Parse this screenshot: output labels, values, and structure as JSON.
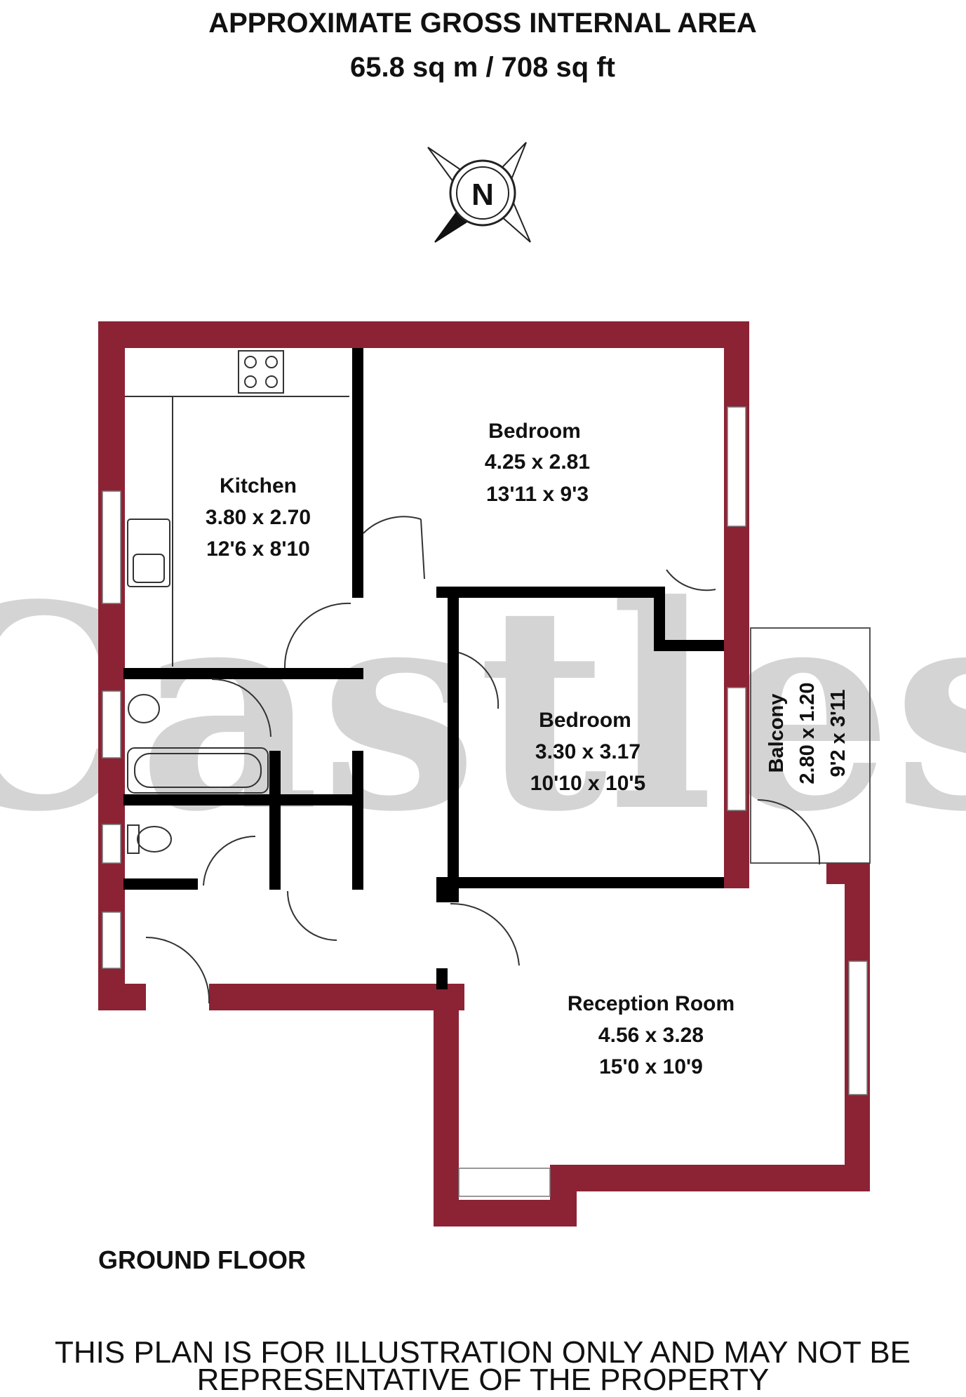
{
  "header": {
    "title": "APPROXIMATE GROSS INTERNAL AREA",
    "area": "65.8 sq m / 708 sq ft"
  },
  "compass": {
    "label": "N"
  },
  "watermark": {
    "text": "Castles"
  },
  "rooms": {
    "kitchen": {
      "name": "Kitchen",
      "metric": "3.80 x 2.70",
      "imperial": "12'6 x 8'10"
    },
    "bedroom1": {
      "name": "Bedroom",
      "metric": "4.25 x 2.81",
      "imperial": "13'11 x 9'3"
    },
    "bedroom2": {
      "name": "Bedroom",
      "metric": "3.30 x 3.17",
      "imperial": "10'10 x 10'5"
    },
    "balcony": {
      "name": "Balcony",
      "metric": "2.80 x 1.20",
      "imperial": "9'2 x 3'11"
    },
    "reception": {
      "name": "Reception Room",
      "metric": "4.56 x 3.28",
      "imperial": "15'0 x 10'9"
    }
  },
  "floor_label": "GROUND FLOOR",
  "disclaimer": {
    "line1": "THIS PLAN IS FOR ILLUSTRATION ONLY AND MAY NOT BE",
    "line2": "REPRESENTATIVE OF THE PROPERTY"
  },
  "colors": {
    "wall": "#8b2335",
    "inner_wall": "#000000",
    "watermark": "#d4d4d4"
  }
}
